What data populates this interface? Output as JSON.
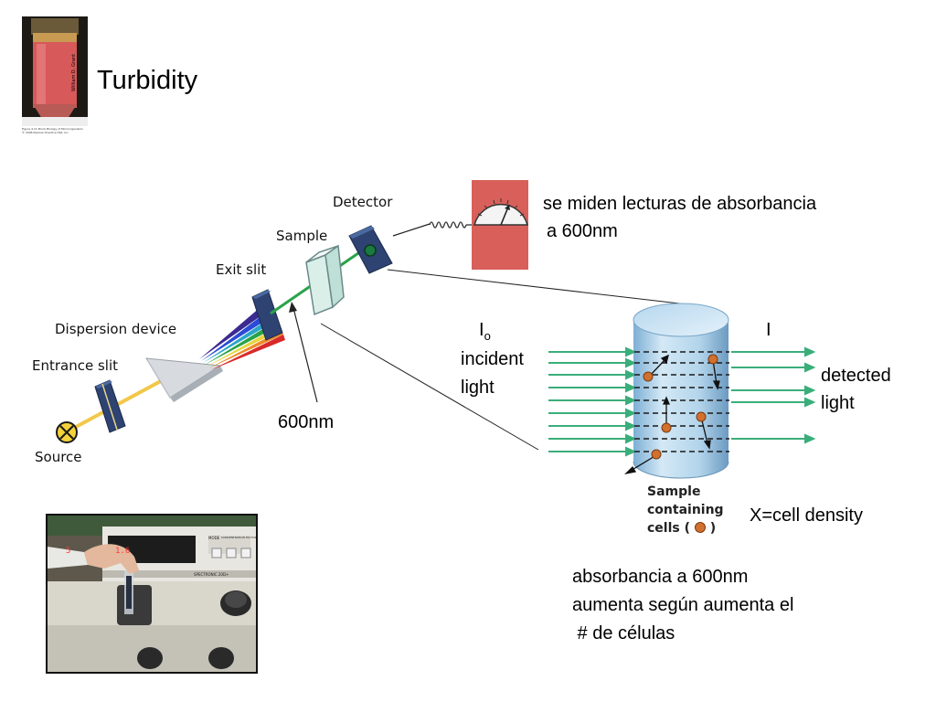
{
  "slide": {
    "title": "Turbidity",
    "tube_caption_lines": [
      "Figure 4.11 Brock Biology of Microorganisms",
      "© 2006 Pearson Prentice Hall, Inc."
    ],
    "tube_credit": "William D. Grant"
  },
  "spectro_diagram": {
    "labels": {
      "source": "Source",
      "entrance_slit": "Entrance slit",
      "dispersion_device": "Dispersion device",
      "exit_slit": "Exit slit",
      "sample": "Sample",
      "detector": "Detector"
    },
    "wavelength_label": "600nm"
  },
  "annotations": {
    "reading_line1": "se miden lecturas de  absorbancia",
    "reading_line2": "a 600nm",
    "absorbance_line1": "absorbancia  a 600nm",
    "absorbance_line2": "aumenta según aumenta el",
    "absorbance_line3": " # de células",
    "cell_density": "X=cell density"
  },
  "cylinder_diagram": {
    "io_main": "I",
    "io_sub": "o",
    "incident_line1": "incident",
    "incident_line2": "light",
    "i_label": "I",
    "detected_line1": "detected",
    "detected_line2": "light",
    "sample_line1": "Sample",
    "sample_line2": "containing",
    "sample_line3": "cells (",
    "sample_line3_end": ")"
  },
  "photo": {
    "display_left": "5 ",
    "display_right": "1.6",
    "mode_label": "MODE",
    "conc_label": "CONCENTRATION FACTOR",
    "model": "SPECTRONIC 20D+"
  },
  "colors": {
    "beam_green": "#2aa24a",
    "arrow_green": "#3aae7a",
    "cylinder_blue": "#a9cfe8",
    "meter_red": "#d9605a",
    "cell_orange": "#d2702e"
  }
}
